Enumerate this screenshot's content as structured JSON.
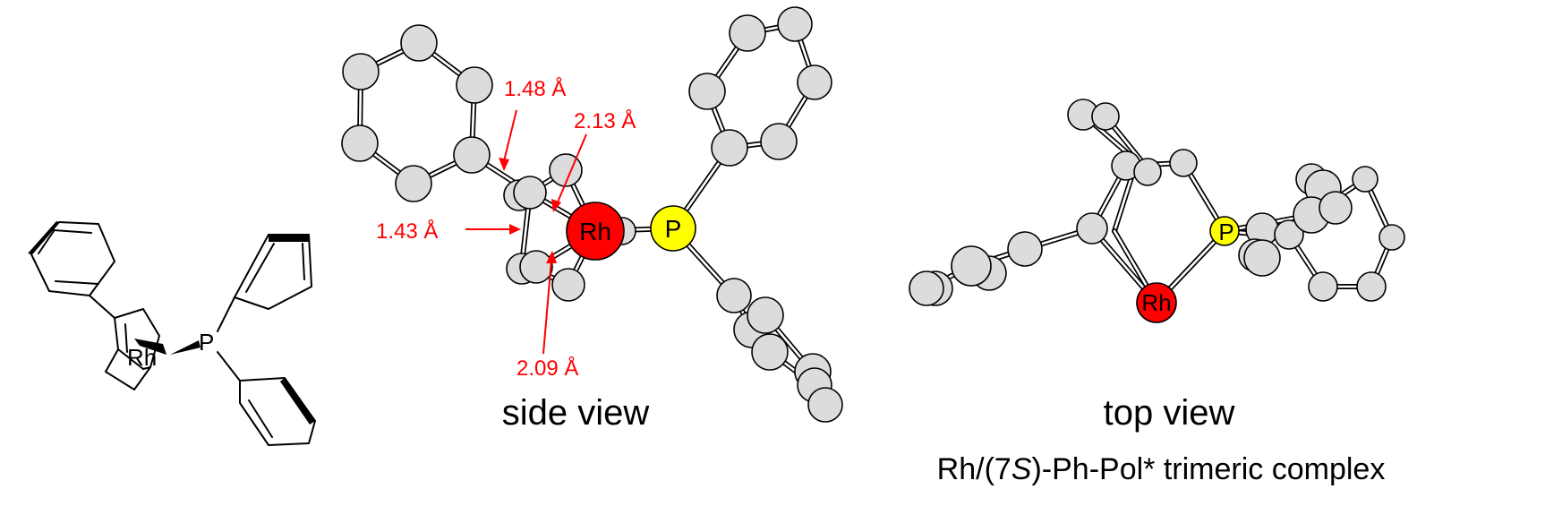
{
  "structure_2d": {
    "rh_label": "Rh",
    "p_label": "P"
  },
  "side_view": {
    "caption": "side view",
    "rh_label": "Rh",
    "p_label": "P",
    "annotations": {
      "bond_1": "1.48 Å",
      "bond_2": "2.13 Å",
      "bond_3": "1.43 Å",
      "bond_4": "2.09 Å"
    }
  },
  "top_view": {
    "caption": "top view",
    "rh_label": "Rh",
    "p_label": "P"
  },
  "complex_caption": {
    "prefix": "Rh/(7",
    "italic": "S",
    "suffix": ")-Ph-Pol* trimeric complex"
  },
  "colors": {
    "annotation": "#ff0000",
    "rhodium": "#ff0000",
    "phosphorus": "#ffff00",
    "carbon": "#dcdcdc"
  }
}
